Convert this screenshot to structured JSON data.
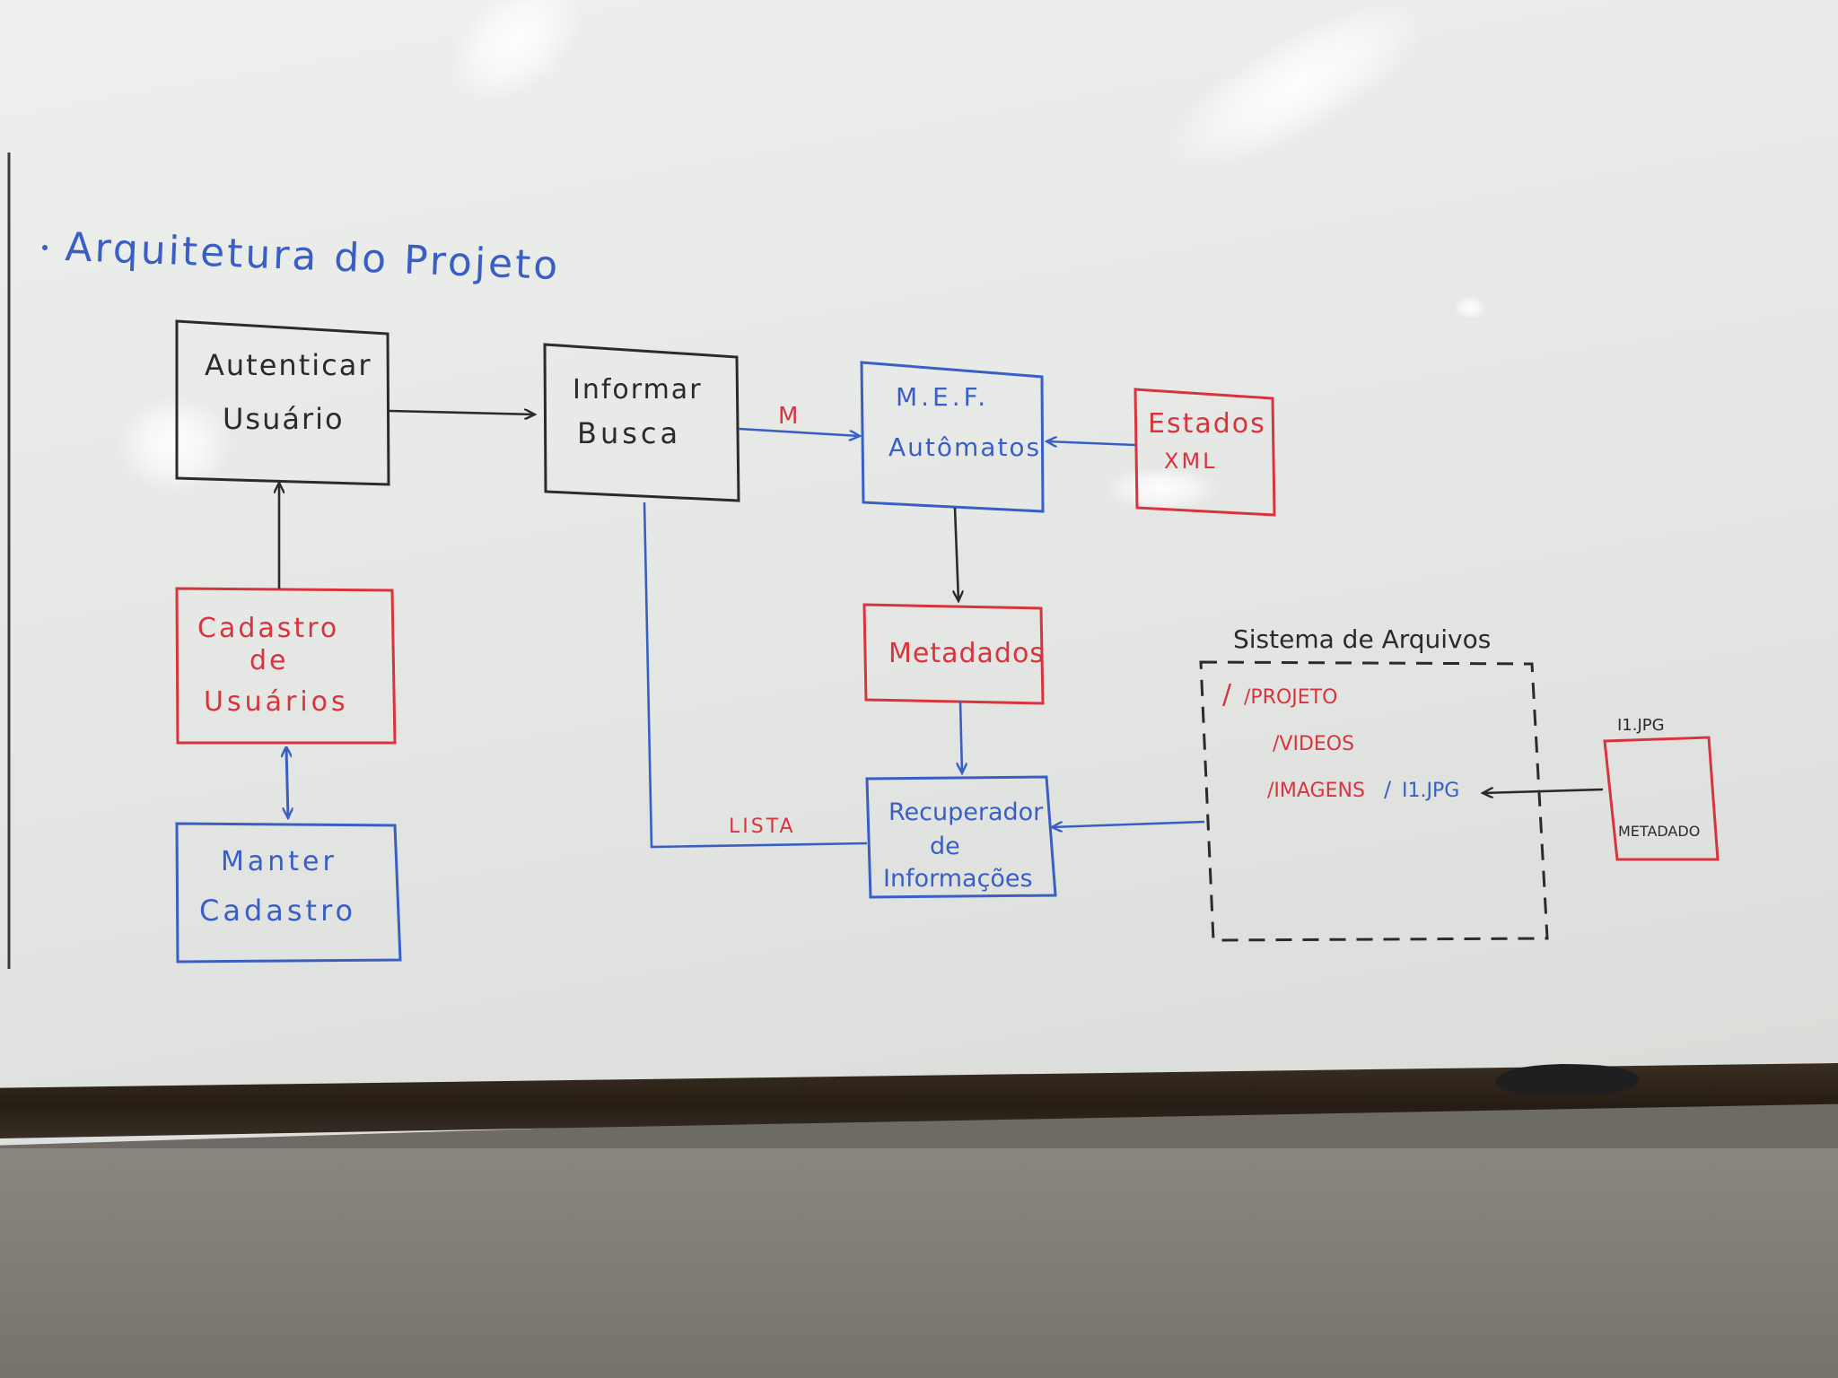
{
  "title": "Arquitetura do Projeto",
  "colors": {
    "black_ink": "#2b2b2b",
    "blue_ink": "#3a5fc4",
    "red_ink": "#d8343e"
  },
  "nodes": {
    "autenticar": {
      "lines": [
        "Autenticar",
        "Usuário"
      ]
    },
    "informar": {
      "lines": [
        "Informar",
        "Busca"
      ]
    },
    "mef": {
      "lines": [
        "M.E.F.",
        "Autômatos"
      ]
    },
    "estados": {
      "lines": [
        "Estados",
        "XML"
      ]
    },
    "cadastro": {
      "lines": [
        "Cadastro",
        "de",
        "Usuários"
      ]
    },
    "manter": {
      "lines": [
        "Manter",
        "Cadastro"
      ]
    },
    "metadados": {
      "lines": [
        "Metadados"
      ]
    },
    "recuperador": {
      "lines": [
        "Recuperador",
        "de",
        "Informações"
      ]
    },
    "i1": {
      "label": "I1.JPG",
      "inner": "METADADO"
    }
  },
  "edge_labels": {
    "m": "M",
    "lista": "LISTA"
  },
  "filesystem": {
    "title": "Sistema de Arquivos",
    "projeto": "/PROJETO",
    "videos": "/VIDEOS",
    "imagens": "/IMAGENS",
    "file_sep": "/",
    "file": "I1.JPG"
  }
}
